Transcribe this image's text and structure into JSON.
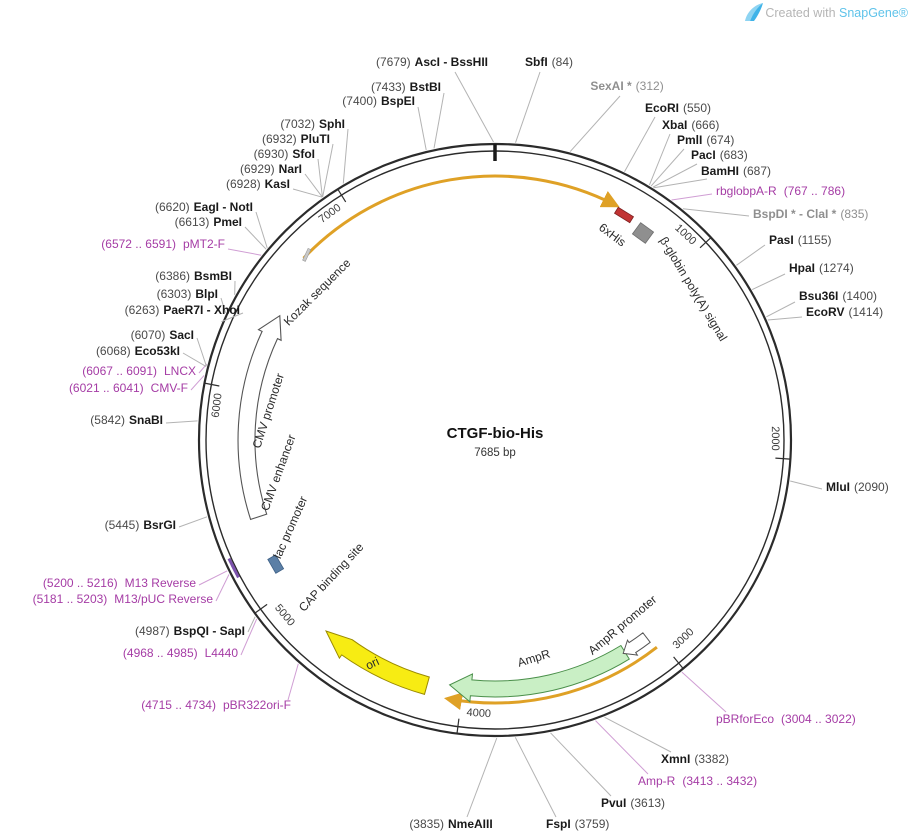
{
  "watermark": {
    "prefix": "Created with ",
    "brand": "SnapGene®"
  },
  "plasmid": {
    "name": "CTGF-bio-His",
    "size": "7685 bp"
  },
  "ticks": [
    "1000",
    "2000",
    "3000",
    "4000",
    "5000",
    "6000",
    "7000"
  ],
  "features": {
    "kozak": "Kozak sequence",
    "his6": "6xHis",
    "bglobin": "β-globin poly(A) signal",
    "cmv_promoter": "CMV promoter",
    "cmv_enhancer": "CMV enhancer",
    "lac_promoter": "lac promoter",
    "cap": "CAP binding site",
    "ori": "ori",
    "ampr": "AmpR",
    "ampr_promoter": "AmpR promoter"
  },
  "sites": [
    {
      "pre": "(7679)",
      "name": "AscI - BssHII",
      "kind": "enzyme"
    },
    {
      "name": "SbfI",
      "post": "(84)",
      "kind": "enzyme"
    },
    {
      "pre": "(7433)",
      "name": "BstBI",
      "kind": "enzyme"
    },
    {
      "pre": "(7400)",
      "name": "BspEI",
      "kind": "enzyme"
    },
    {
      "name": "SexAI *",
      "post": "(312)",
      "kind": "enzyme-muted"
    },
    {
      "name": "EcoRI",
      "post": "(550)",
      "kind": "enzyme"
    },
    {
      "name": "XbaI",
      "post": "(666)",
      "kind": "enzyme"
    },
    {
      "name": "PmlI",
      "post": "(674)",
      "kind": "enzyme"
    },
    {
      "name": "PacI",
      "post": "(683)",
      "kind": "enzyme"
    },
    {
      "name": "BamHI",
      "post": "(687)",
      "kind": "enzyme"
    },
    {
      "name": "rbglobpA-R",
      "post": "(767 .. 786)",
      "kind": "primer"
    },
    {
      "name": "BspDI * - ClaI *",
      "post": "(835)",
      "kind": "enzyme-muted"
    },
    {
      "name": "PasI",
      "post": "(1155)",
      "kind": "enzyme"
    },
    {
      "name": "HpaI",
      "post": "(1274)",
      "kind": "enzyme"
    },
    {
      "name": "Bsu36I",
      "post": "(1400)",
      "kind": "enzyme"
    },
    {
      "name": "EcoRV",
      "post": "(1414)",
      "kind": "enzyme"
    },
    {
      "name": "MluI",
      "post": "(2090)",
      "kind": "enzyme"
    },
    {
      "name": "pBRforEco",
      "post": "(3004 .. 3022)",
      "kind": "primer"
    },
    {
      "name": "XmnI",
      "post": "(3382)",
      "kind": "enzyme"
    },
    {
      "name": "Amp-R",
      "post": "(3413 .. 3432)",
      "kind": "primer"
    },
    {
      "name": "PvuI",
      "post": "(3613)",
      "kind": "enzyme"
    },
    {
      "name": "FspI",
      "post": "(3759)",
      "kind": "enzyme"
    },
    {
      "pre": "(3835)",
      "name": "NmeAIII",
      "kind": "enzyme"
    },
    {
      "pre": "(4715 .. 4734)",
      "name": "pBR322ori-F",
      "kind": "primer"
    },
    {
      "pre": "(4968 .. 4985)",
      "name": "L4440",
      "kind": "primer"
    },
    {
      "pre": "(4987)",
      "name": "BspQI - SapI",
      "kind": "enzyme"
    },
    {
      "pre": "(5181 .. 5203)",
      "name": "M13/pUC Reverse",
      "kind": "primer"
    },
    {
      "pre": "(5200 .. 5216)",
      "name": "M13 Reverse",
      "kind": "primer"
    },
    {
      "pre": "(5445)",
      "name": "BsrGI",
      "kind": "enzyme"
    },
    {
      "pre": "(5842)",
      "name": "SnaBI",
      "kind": "enzyme"
    },
    {
      "pre": "(6021 .. 6041)",
      "name": "CMV-F",
      "kind": "primer"
    },
    {
      "pre": "(6067 .. 6091)",
      "name": "LNCX",
      "kind": "primer"
    },
    {
      "pre": "(6068)",
      "name": "Eco53kI",
      "kind": "enzyme"
    },
    {
      "pre": "(6070)",
      "name": "SacI",
      "kind": "enzyme"
    },
    {
      "pre": "(6263)",
      "name": "PaeR7I - XhoI",
      "kind": "enzyme"
    },
    {
      "pre": "(6303)",
      "name": "BlpI",
      "kind": "enzyme"
    },
    {
      "pre": "(6386)",
      "name": "BsmBI",
      "kind": "enzyme"
    },
    {
      "pre": "(6572 .. 6591)",
      "name": "pMT2-F",
      "kind": "primer"
    },
    {
      "pre": "(6613)",
      "name": "PmeI",
      "kind": "enzyme"
    },
    {
      "pre": "(6620)",
      "name": "EagI - NotI",
      "kind": "enzyme"
    },
    {
      "pre": "(6928)",
      "name": "KasI",
      "kind": "enzyme"
    },
    {
      "pre": "(6929)",
      "name": "NarI",
      "kind": "enzyme"
    },
    {
      "pre": "(6930)",
      "name": "SfoI",
      "kind": "enzyme"
    },
    {
      "pre": "(6932)",
      "name": "PluTI",
      "kind": "enzyme"
    },
    {
      "pre": "(7032)",
      "name": "SphI",
      "kind": "enzyme"
    }
  ]
}
